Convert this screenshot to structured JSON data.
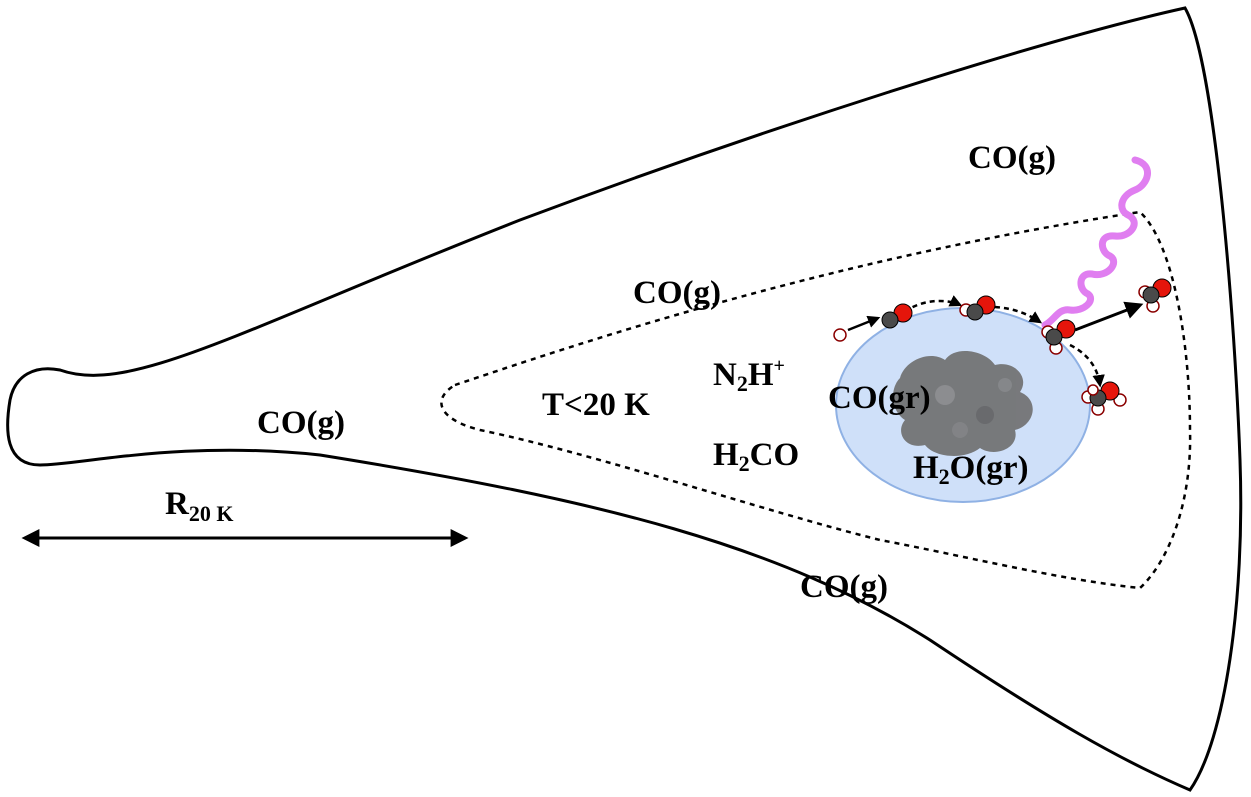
{
  "diagram": {
    "labels": {
      "co_gas_top_right": "CO(g)",
      "co_gas_inner": "CO(g)",
      "co_gas_left": "CO(g)",
      "co_gas_bottom": "CO(g)",
      "temperature": "T<20 K",
      "n2h_n": "N",
      "n2h_sub": "2",
      "n2h_h": "H",
      "n2h_sup": "+",
      "h2co_h": "H",
      "h2co_sub": "2",
      "h2co_rest": "CO",
      "co_grain": "CO(gr)",
      "h2o_h": "H",
      "h2o_sub": "2",
      "h2o_rest": "O(gr)",
      "radius_r": "R",
      "radius_sub": "20 K"
    },
    "colors": {
      "outline": "#000000",
      "grain_fill": "#cfe0f9",
      "grain_stroke": "#8fb1e4",
      "core": "#6e6e6e",
      "uv_wave": "#e07ef0",
      "oxygen": "#e5150b",
      "carbon": "#4a4a4a",
      "hydrogen": "#ffffff"
    },
    "icons": [
      "uv-photon-wave",
      "co-molecule",
      "hco-molecule",
      "h2co-molecule",
      "h-atom",
      "dust-grain"
    ]
  }
}
